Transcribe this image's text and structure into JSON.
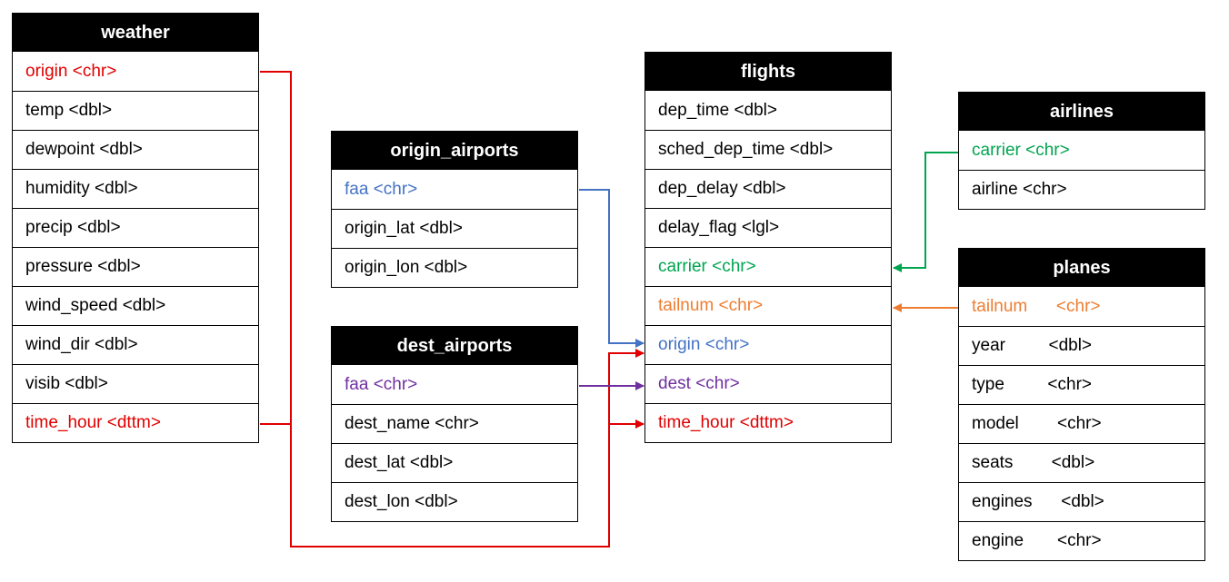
{
  "colors": {
    "red": "#e00000",
    "blue": "#4472c4",
    "green": "#00a550",
    "orange": "#ed7d31",
    "purple": "#7030a0",
    "header_bg": "#000000",
    "header_text": "#ffffff"
  },
  "tables": {
    "weather": {
      "title": "weather",
      "fields": [
        {
          "text": "origin <chr>",
          "color": "red"
        },
        {
          "text": "temp <dbl>"
        },
        {
          "text": "dewpoint <dbl>"
        },
        {
          "text": "humidity <dbl>"
        },
        {
          "text": "precip <dbl>"
        },
        {
          "text": "pressure <dbl>"
        },
        {
          "text": "wind_speed <dbl>"
        },
        {
          "text": "wind_dir <dbl>"
        },
        {
          "text": "visib <dbl>"
        },
        {
          "text": "time_hour <dttm>",
          "color": "red"
        }
      ]
    },
    "origin_airports": {
      "title": "origin_airports",
      "fields": [
        {
          "text": "faa <chr>",
          "color": "blue"
        },
        {
          "text": "origin_lat <dbl>"
        },
        {
          "text": "origin_lon <dbl>"
        }
      ]
    },
    "dest_airports": {
      "title": "dest_airports",
      "fields": [
        {
          "text": "faa <chr>",
          "color": "purple"
        },
        {
          "text": "dest_name <chr>"
        },
        {
          "text": "dest_lat <dbl>"
        },
        {
          "text": "dest_lon <dbl>"
        }
      ]
    },
    "flights": {
      "title": "flights",
      "fields": [
        {
          "text": "dep_time <dbl>"
        },
        {
          "text": "sched_dep_time <dbl>"
        },
        {
          "text": "dep_delay <dbl>"
        },
        {
          "text": "delay_flag <lgl>"
        },
        {
          "text": "carrier <chr>",
          "color": "green"
        },
        {
          "text": "tailnum <chr>",
          "color": "orange"
        },
        {
          "text": "origin <chr>",
          "color": "blue"
        },
        {
          "text": "dest <chr>",
          "color": "purple"
        },
        {
          "text": "time_hour <dttm>",
          "color": "red"
        }
      ]
    },
    "airlines": {
      "title": "airlines",
      "fields": [
        {
          "text": "carrier <chr>",
          "color": "green"
        },
        {
          "text": "airline <chr>"
        }
      ]
    },
    "planes": {
      "title": "planes",
      "fields": [
        {
          "text": "tailnum      <chr>",
          "color": "orange"
        },
        {
          "text": "year         <dbl>"
        },
        {
          "text": "type         <chr>"
        },
        {
          "text": "model        <chr>"
        },
        {
          "text": "seats        <dbl>"
        },
        {
          "text": "engines      <dbl>"
        },
        {
          "text": "engine       <chr>"
        }
      ]
    }
  }
}
